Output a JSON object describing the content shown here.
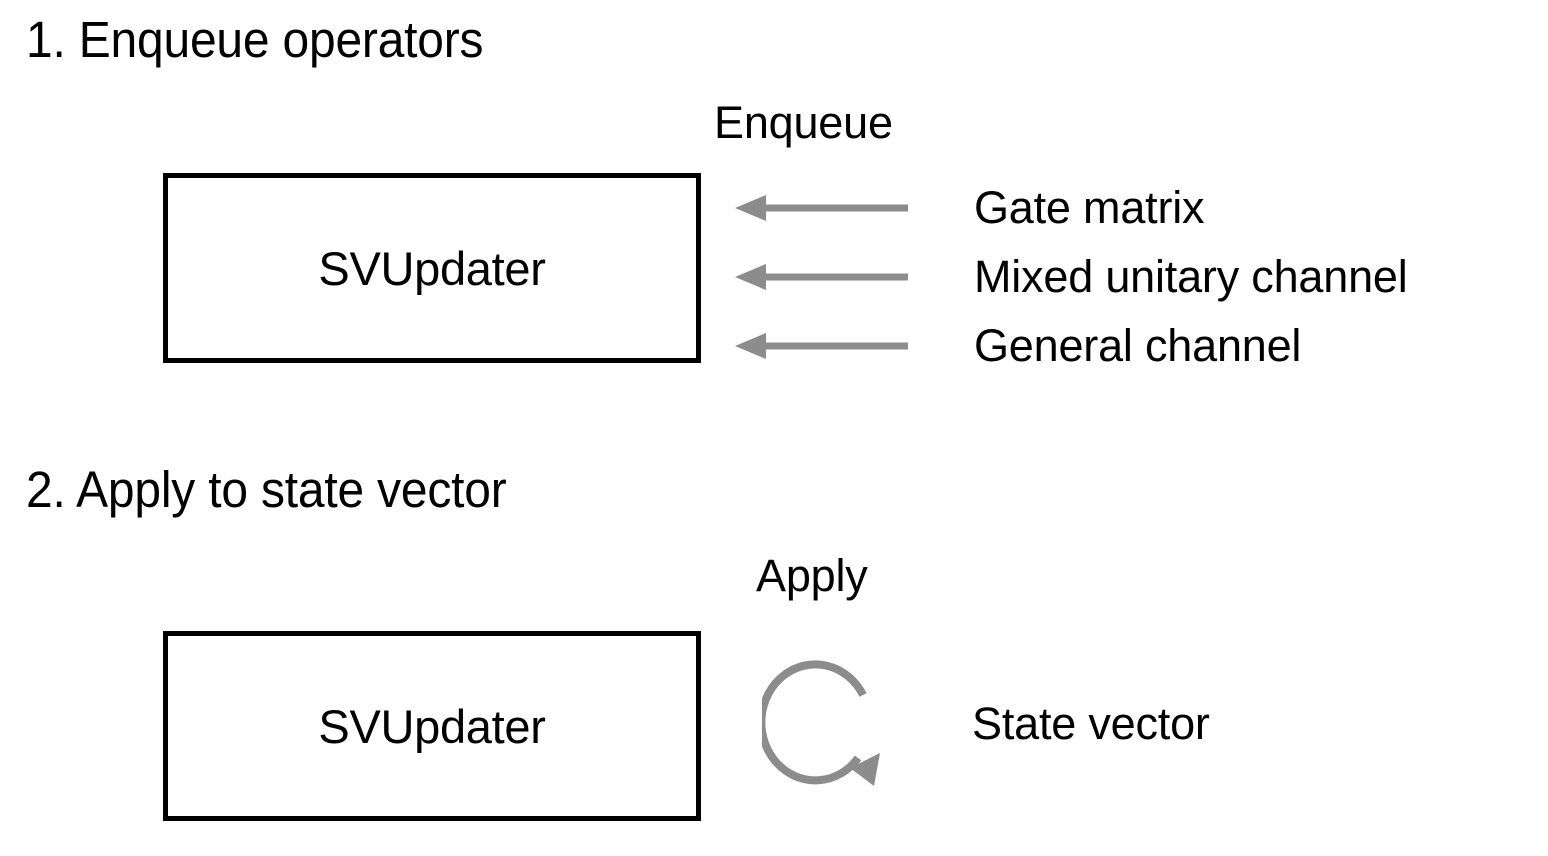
{
  "figure": {
    "background_color": "#ffffff",
    "text_color": "#000000",
    "arrow_color": "#8c8c8c",
    "box_border_color": "#000000"
  },
  "sections": [
    {
      "heading": "1. Enqueue operators",
      "component_label": "SVUpdater",
      "flow_caption": "Enqueue",
      "operands": [
        "Gate matrix",
        "Mixed unitary channel",
        "General channel"
      ]
    },
    {
      "heading": "2. Apply to state vector",
      "component_label": "SVUpdater",
      "flow_caption": "Apply",
      "operands": [
        "State vector"
      ]
    }
  ]
}
